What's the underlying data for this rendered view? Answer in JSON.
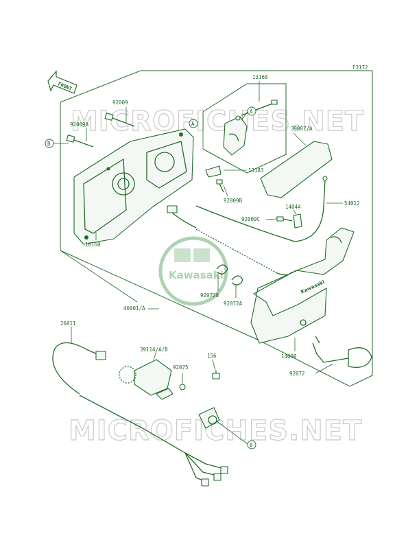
{
  "diagram": {
    "figure_code": "F3172",
    "front_arrow_label": "FRONT",
    "watermark_top": "MICROFICHES.NET",
    "watermark_bottom": "MICROFICHES.NET",
    "logo_text": "Kawasaki",
    "callout_a": "A",
    "callout_b": "B",
    "parts": {
      "p13168": "13168",
      "p92009": "92009",
      "p92009a": "92009A",
      "p39087a": "39087/A",
      "p13183": "13183",
      "p92009b": "92009B",
      "p14044": "14044",
      "p54012": "54012",
      "p92009c": "92009C",
      "p16160": "16160",
      "p920728": "920728",
      "p92072a": "92072A",
      "p46001a": "46001/A",
      "p14090": "14090",
      "p26011": "26011",
      "p39114ab": "39114/A/B",
      "p92075": "92075",
      "p156": "156",
      "p92072": "92072"
    }
  }
}
